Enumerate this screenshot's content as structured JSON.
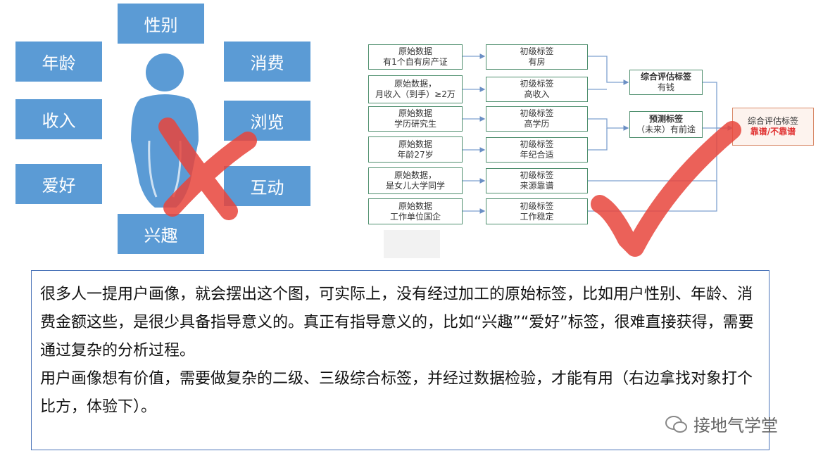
{
  "left_diagram": {
    "tags": [
      {
        "id": "gender",
        "label": "性别"
      },
      {
        "id": "age",
        "label": "年龄"
      },
      {
        "id": "consume",
        "label": "消费"
      },
      {
        "id": "income",
        "label": "收入"
      },
      {
        "id": "browse",
        "label": "浏览"
      },
      {
        "id": "hobby",
        "label": "爱好"
      },
      {
        "id": "interact",
        "label": "互动"
      },
      {
        "id": "interest",
        "label": "兴趣"
      }
    ],
    "cross_color": "#e8453c",
    "person_color": "#5b9bd5"
  },
  "right_diagram": {
    "raw": [
      {
        "l1": "原始数据",
        "l2": "有1个自有房产证"
      },
      {
        "l1": "原始数据，",
        "l2": "月收入（到手）≥2万"
      },
      {
        "l1": "原始数据",
        "l2": "学历研究生"
      },
      {
        "l1": "原始数据",
        "l2": "年龄27岁"
      },
      {
        "l1": "原始数据，",
        "l2": "是女儿大学同学"
      },
      {
        "l1": "原始数据",
        "l2": "工作单位国企"
      }
    ],
    "primary": [
      {
        "l1": "初级标签",
        "l2": "有房"
      },
      {
        "l1": "初级标签",
        "l2": "高收入"
      },
      {
        "l1": "初级标签",
        "l2": "高学历"
      },
      {
        "l1": "初级标签",
        "l2": "年纪合适"
      },
      {
        "l1": "初级标签",
        "l2": "来源靠谱"
      },
      {
        "l1": "初级标签",
        "l2": "工作稳定"
      }
    ],
    "composite": {
      "l1": "综合评估标签",
      "l2": "有钱"
    },
    "predict": {
      "l1": "预测标签",
      "l2": "（未来）有前途"
    },
    "final": {
      "l1": "综合评估标签",
      "l2": "靠谱/不靠谱"
    },
    "check_color": "#e8453c"
  },
  "text": {
    "p1": "很多人一提用户画像，就会摆出这个图，可实际上，没有经过加工的原始标签，比如用户性别、年龄、消费金额这些，是很少具备指导意义的。真正有指导意义的，比如“兴趣”“爱好”标签，很难直接获得，需要通过复杂的分析过程。",
    "p2": "用户画像想有价值，需要做复杂的二级、三级综合标签，并经过数据检验，才能有用（右边拿找对象打个比方，体验下）。"
  },
  "watermark": "接地气学堂"
}
